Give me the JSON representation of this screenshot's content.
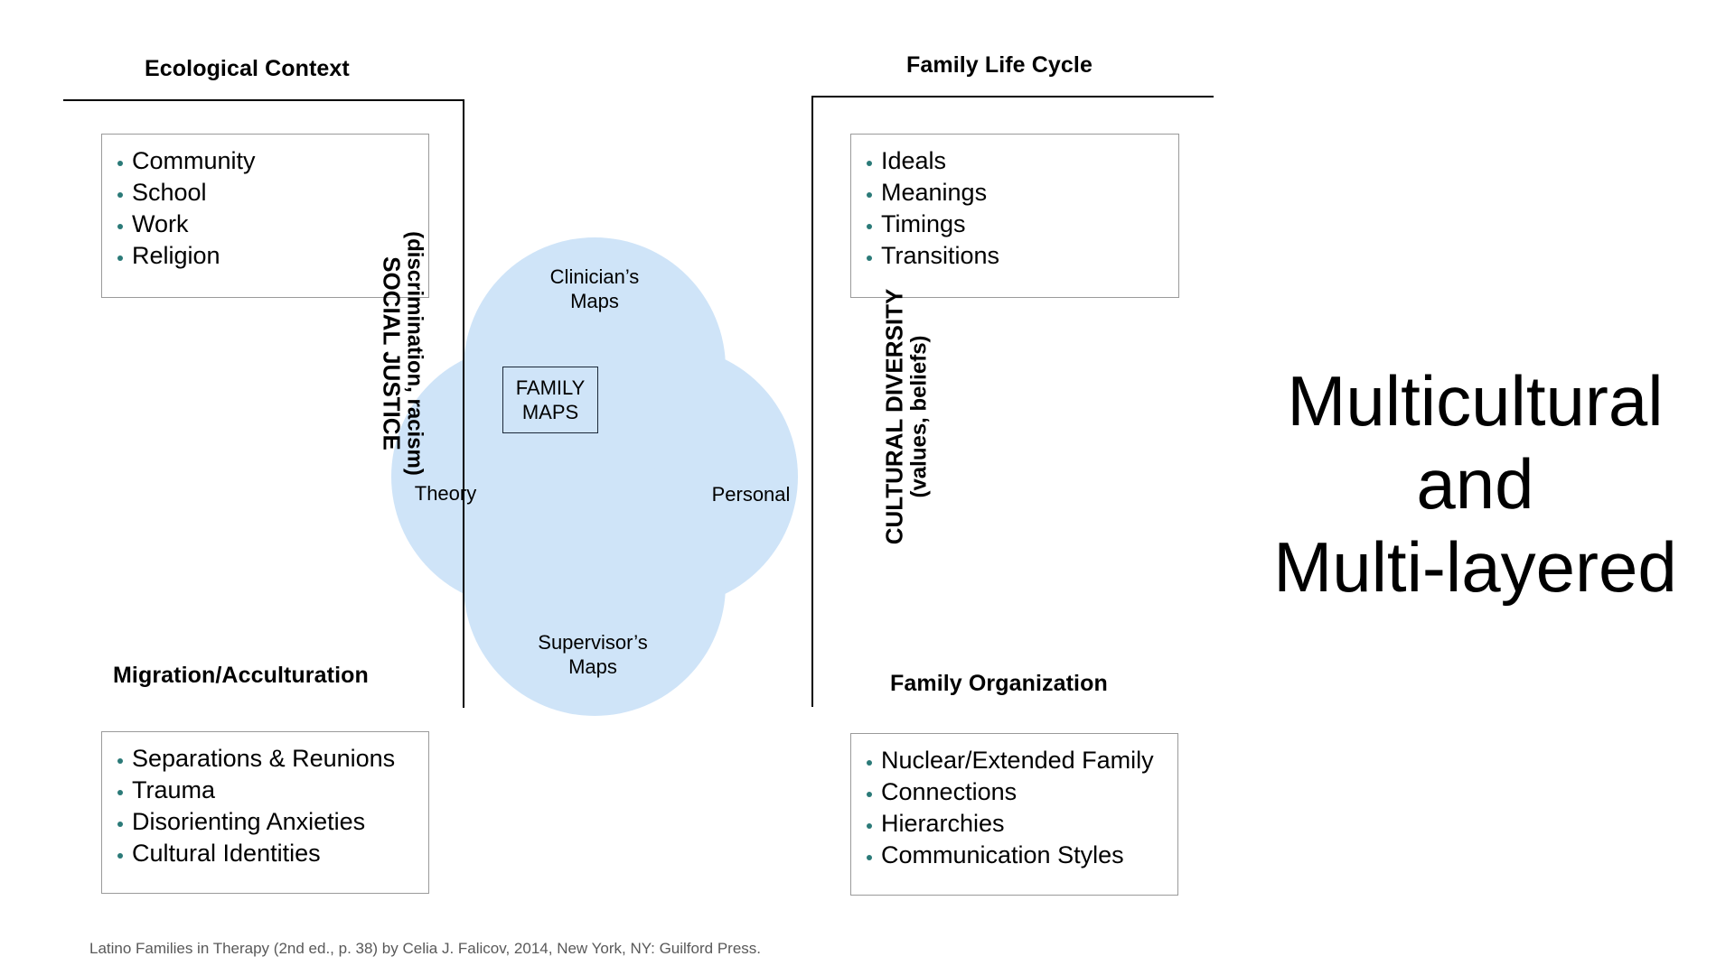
{
  "quadrants": {
    "ecological": {
      "heading": "Ecological Context",
      "items": [
        "Community",
        "School",
        "Work",
        "Religion"
      ]
    },
    "family_life_cycle": {
      "heading": "Family Life Cycle",
      "items": [
        "Ideals",
        "Meanings",
        "Timings",
        "Transitions"
      ]
    },
    "migration": {
      "heading": "Migration/Acculturation",
      "items": [
        "Separations & Reunions",
        "Trauma",
        "Disorienting Anxieties",
        "Cultural Identities"
      ]
    },
    "family_organization": {
      "heading": "Family Organization",
      "items": [
        "Nuclear/Extended Family",
        "Connections",
        "Hierarchies",
        "Communication Styles"
      ]
    }
  },
  "axes": {
    "left": {
      "line1": "SOCIAL JUSTICE",
      "line2": "(discrimination, racism)"
    },
    "right": {
      "line1": "CULTURAL DIVERSITY",
      "line2": "(values, beliefs)"
    }
  },
  "venn": {
    "center_box": {
      "line1": "FAMILY",
      "line2": "MAPS"
    },
    "circles": [
      {
        "name": "clinicians-maps",
        "label_line1": "Clinician’s",
        "label_line2": "Maps",
        "position": "top"
      },
      {
        "name": "theory",
        "label_line1": "Theory",
        "label_line2": "",
        "position": "left"
      },
      {
        "name": "personal",
        "label_line1": "Personal",
        "label_line2": "",
        "position": "right"
      },
      {
        "name": "supervisors-maps",
        "label_line1": "Supervisor’s",
        "label_line2": "Maps",
        "position": "bottom"
      }
    ]
  },
  "title": {
    "line1": "Multicultural",
    "line2": "and",
    "line3": "Multi-layered"
  },
  "citation": "Latino Families in Therapy (2nd ed., p. 38) by Celia J. Falicov, 2014, New York, NY: Guilford Press.",
  "colors": {
    "bullet": "#2b7a78",
    "circle_fill": "#cfe4f8",
    "circle_fill_deep": "#8fc3ee",
    "box_border": "#9a9a9a",
    "bracket": "#000000",
    "citation_text": "#595959"
  }
}
